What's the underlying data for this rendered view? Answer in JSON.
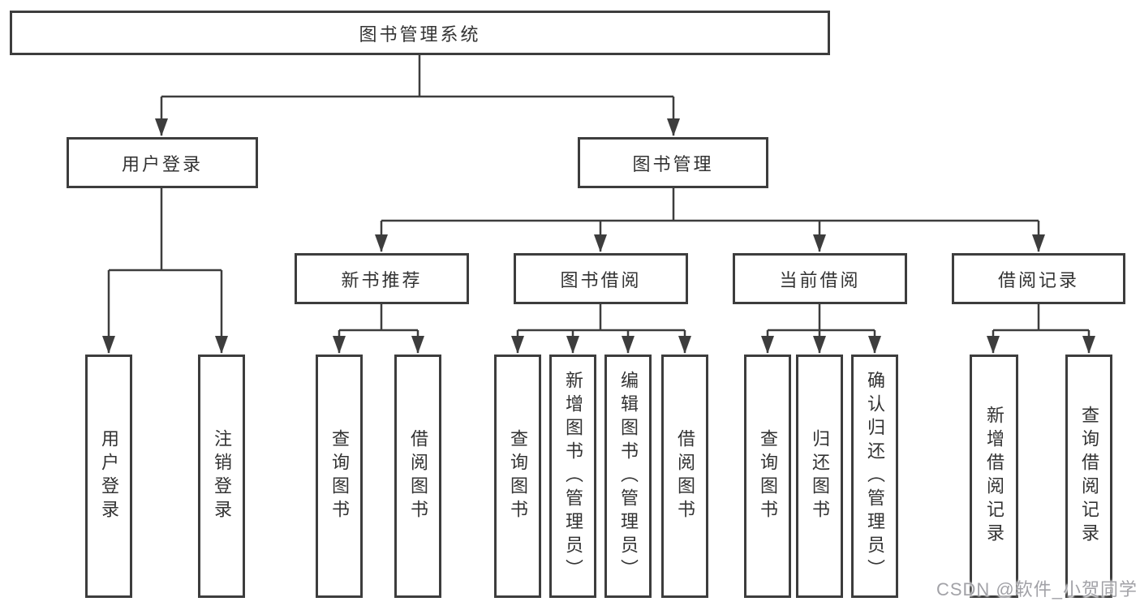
{
  "diagram": {
    "root": {
      "label": "图书管理系统"
    },
    "branches": [
      {
        "label": "用户登录",
        "children": [
          {
            "label": "用户登录"
          },
          {
            "label": "注销登录"
          }
        ]
      },
      {
        "label": "图书管理",
        "children": [
          {
            "label": "新书推荐",
            "children": [
              {
                "label": "查询图书"
              },
              {
                "label": "借阅图书"
              }
            ]
          },
          {
            "label": "图书借阅",
            "children": [
              {
                "label": "查询图书"
              },
              {
                "label": "新增图书（管理员）"
              },
              {
                "label": "编辑图书（管理员）"
              },
              {
                "label": "借阅图书"
              }
            ]
          },
          {
            "label": "当前借阅",
            "children": [
              {
                "label": "查询图书"
              },
              {
                "label": "归还图书"
              },
              {
                "label": "确认归还（管理员）"
              }
            ]
          },
          {
            "label": "借阅记录",
            "children": [
              {
                "label": "新增借阅记录"
              },
              {
                "label": "查询借阅记录"
              }
            ]
          }
        ]
      }
    ]
  },
  "watermark": {
    "text": "CSDN @软件_小贺同学"
  },
  "colors": {
    "line": "#3d3d3d",
    "box_border": "#3d3d3d",
    "text": "#333333",
    "watermark": "#a2a2a7",
    "background": "#ffffff"
  }
}
